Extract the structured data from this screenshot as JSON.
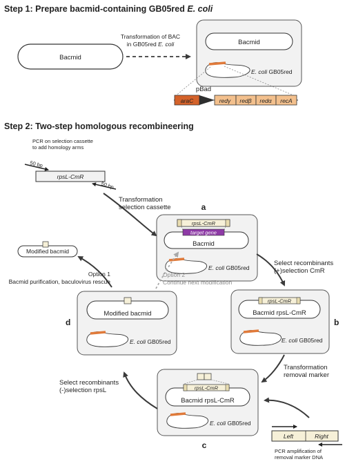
{
  "step1": {
    "title_prefix": "Step 1: Prepare bacmid-containing GB05red ",
    "title_species": "E. coli",
    "bacmid_label": "Bacmid",
    "transformation_line1": "Transformation of BAC",
    "transformation_line2_prefix": "in GB05red ",
    "transformation_line2_species": "E. coli",
    "box_bacmid_label": "Bacmid",
    "ecoli_species": "E. coli",
    "ecoli_strain": " GB05red",
    "promoter_label": "pBad",
    "operon_genes": [
      "araC",
      "redγ",
      "redβ",
      "redα",
      "recA"
    ]
  },
  "step2": {
    "title": "Step 2: Two-step homologous recombineering",
    "pcr_note_line1": "PCR on selection cassette",
    "pcr_note_line2": "to add homology arms",
    "arm_left": "50 bp",
    "arm_right": "50 bp",
    "cassette_label": "rpsL-CmR",
    "transformation_line1": "Transformation",
    "transformation_line2": "selection cassette",
    "box_a": {
      "letter": "a",
      "cassette": "rpsL-CmR",
      "target": "target gene",
      "plasmid": "Bacmid",
      "species": "E. coli",
      "strain": " GB05red"
    },
    "select_plus_line1": "Select recombinants",
    "select_plus_line2": "(+)selection CmR",
    "box_b": {
      "letter": "b",
      "cassette": "rpsL-CmR",
      "plasmid": "Bacmid rpsL-CmR",
      "species": "E. coli",
      "strain": " GB05red"
    },
    "transformation_removal_line1": "Transformation",
    "transformation_removal_line2": "removal marker",
    "box_c": {
      "letter": "c",
      "cassette": "rpsL-CmR",
      "plasmid": "Bacmid rpsL-CmR",
      "species": "E. coli",
      "strain": " GB05red"
    },
    "removal_left": "Left",
    "removal_right": "Right",
    "pcr_removal_line1": "PCR amplification of",
    "pcr_removal_line2": "removal marker DNA",
    "select_minus_line1": "Select recombinants",
    "select_minus_line2": "(-)selection rpsL",
    "box_d": {
      "letter": "d",
      "plasmid": "Modified bacmid",
      "species": "E. coli",
      "strain": " GB05red"
    },
    "option1_line1": "Option 1",
    "option1_line2": "Bacmid purification, baculovirus rescue",
    "option2_line1": "Option 2",
    "option2_line2": "Continue next modification",
    "modified_bacmid_label": "Modified bacmid"
  },
  "colors": {
    "orange": "#e07a3a",
    "dark_orange": "#d4622a",
    "light_orange": "#f3c08d",
    "box_fill": "#f2f2f2",
    "cassette_fill": "#f6f0d8",
    "target_purple": "#8e3aa6",
    "arrow_dark": "#3a3a3a",
    "arrow_gray": "#a8a8a8"
  }
}
